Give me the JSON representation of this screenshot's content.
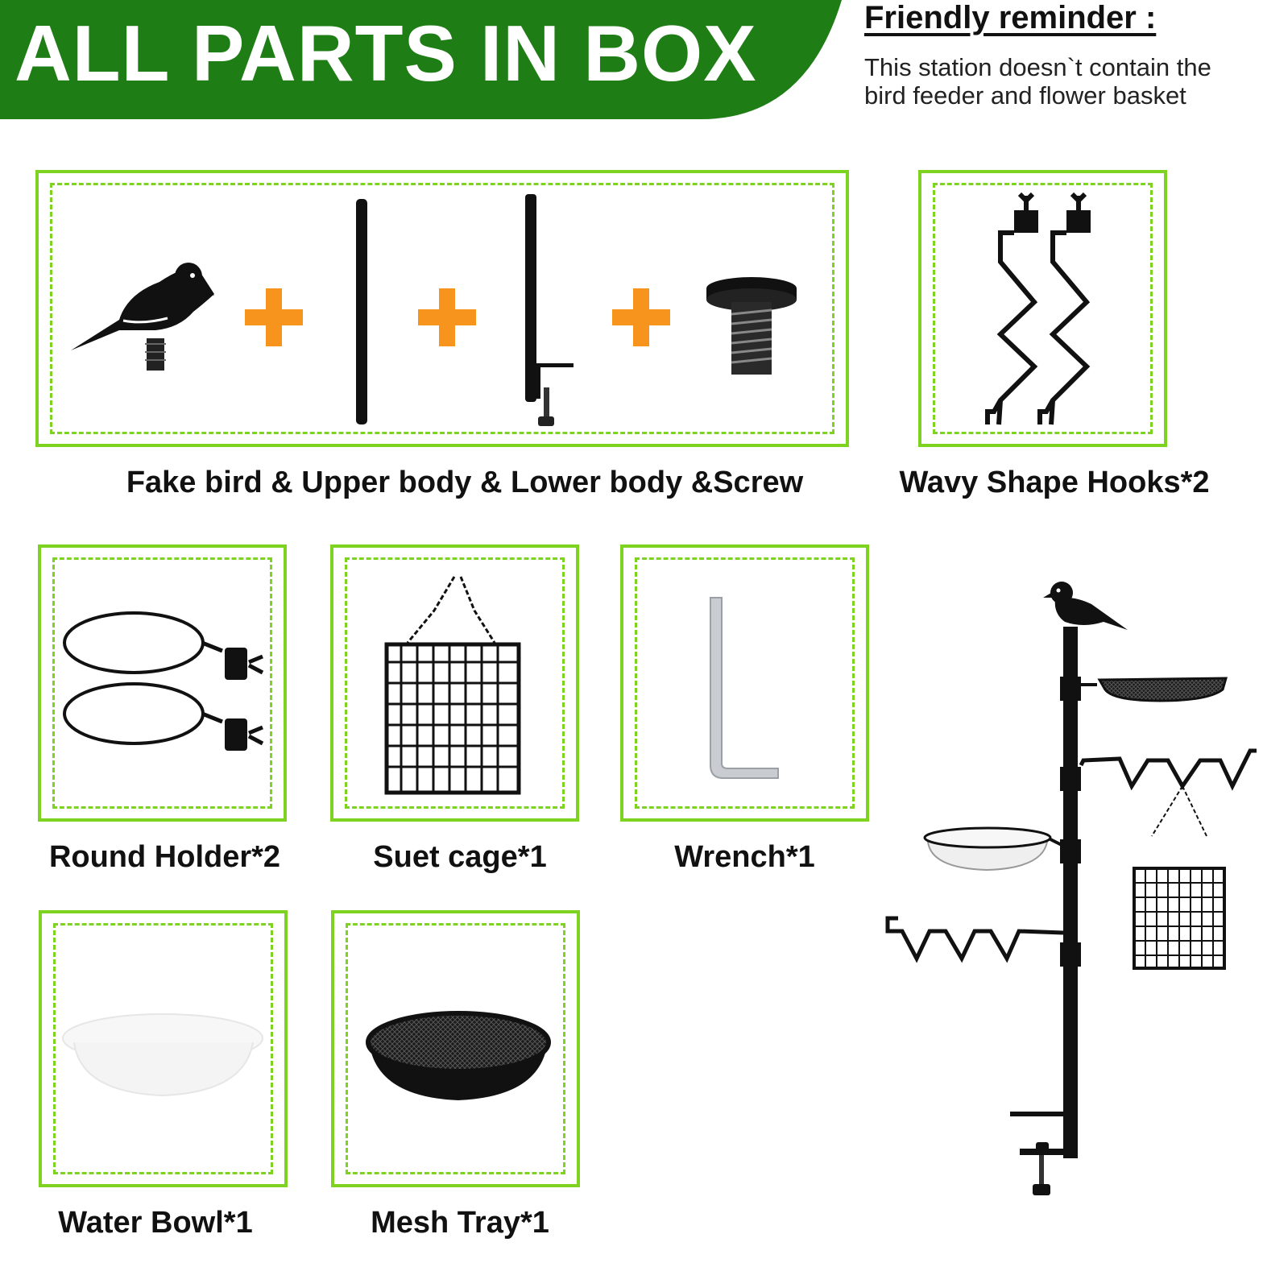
{
  "banner": {
    "title": "ALL PARTS IN BOX",
    "color": "#1e7d14"
  },
  "reminder": {
    "title": "Friendly reminder :",
    "text": "This station doesn`t contain the bird feeder and flower basket"
  },
  "parts": {
    "main_caption": "Fake bird & Upper body & Lower body &Screw",
    "hooks_caption": "Wavy Shape Hooks*2",
    "round_holder_caption": "Round Holder*2",
    "suet_cage_caption": "Suet cage*1",
    "wrench_caption": "Wrench*1",
    "water_bowl_caption": "Water Bowl*1",
    "mesh_tray_caption": "Mesh Tray*1"
  },
  "colors": {
    "frame": "#7ed321",
    "plus": "#f7941d",
    "metal": "#111111"
  }
}
